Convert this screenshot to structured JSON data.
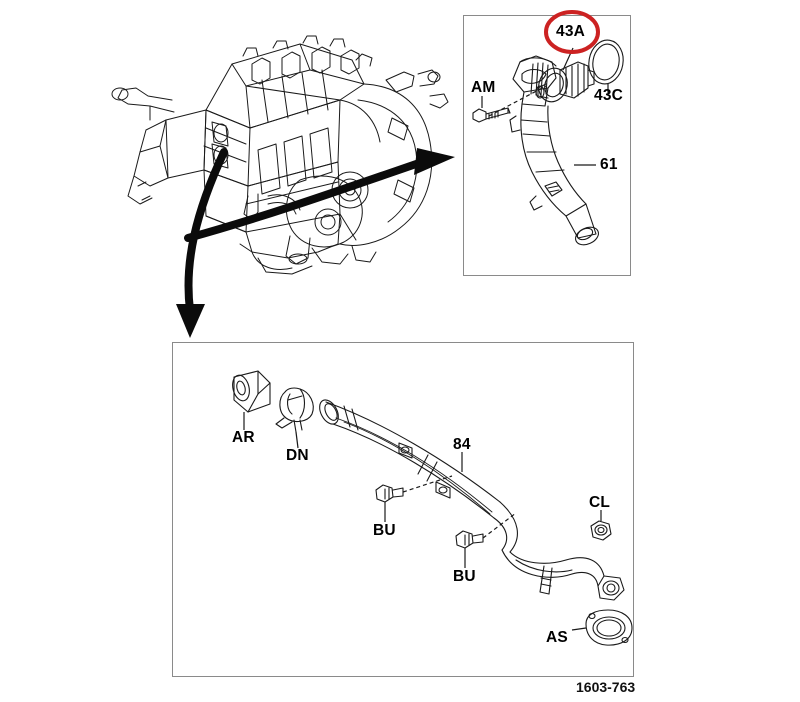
{
  "document": {
    "type": "automotive-parts-exploded-diagram",
    "footer_code": "1603-763",
    "highlight_color": "#cc2222",
    "line_color": "#1a1a1a",
    "panel_border_color": "#8a8a8a",
    "background": "#ffffff"
  },
  "engine_illustration": {
    "name": "engine-assembly-line-drawing",
    "caption": ""
  },
  "arrows": [
    {
      "name": "arrow-to-top-panel",
      "direction": "right",
      "target": "top-panel"
    },
    {
      "name": "arrow-to-bottom-panel",
      "direction": "down",
      "target": "bottom-panel"
    }
  ],
  "top_panel": {
    "name": "thermostat-inlet-pipe-panel",
    "callouts": [
      {
        "id": "43A",
        "label": "43A",
        "part": "thermostat",
        "highlighted": true
      },
      {
        "id": "43C",
        "label": "43C",
        "part": "o-ring-seal",
        "highlighted": false
      },
      {
        "id": "AM",
        "label": "AM",
        "part": "bolt",
        "highlighted": false
      },
      {
        "id": "61",
        "label": "61",
        "part": "water-inlet-pipe",
        "highlighted": false
      }
    ]
  },
  "bottom_panel": {
    "name": "water-outlet-pipe-panel",
    "callouts": [
      {
        "id": "AR",
        "label": "AR",
        "part": "hose-sleeve",
        "highlighted": false
      },
      {
        "id": "DN",
        "label": "DN",
        "part": "hose-clamp",
        "highlighted": false
      },
      {
        "id": "84",
        "label": "84",
        "part": "water-pipe",
        "highlighted": false
      },
      {
        "id": "BU",
        "label": "BU",
        "part": "bolt",
        "highlighted": false
      },
      {
        "id": "BU2",
        "label": "BU",
        "part": "bolt",
        "highlighted": false
      },
      {
        "id": "CL",
        "label": "CL",
        "part": "nut",
        "highlighted": false
      },
      {
        "id": "AS",
        "label": "AS",
        "part": "gasket",
        "highlighted": false
      }
    ]
  }
}
